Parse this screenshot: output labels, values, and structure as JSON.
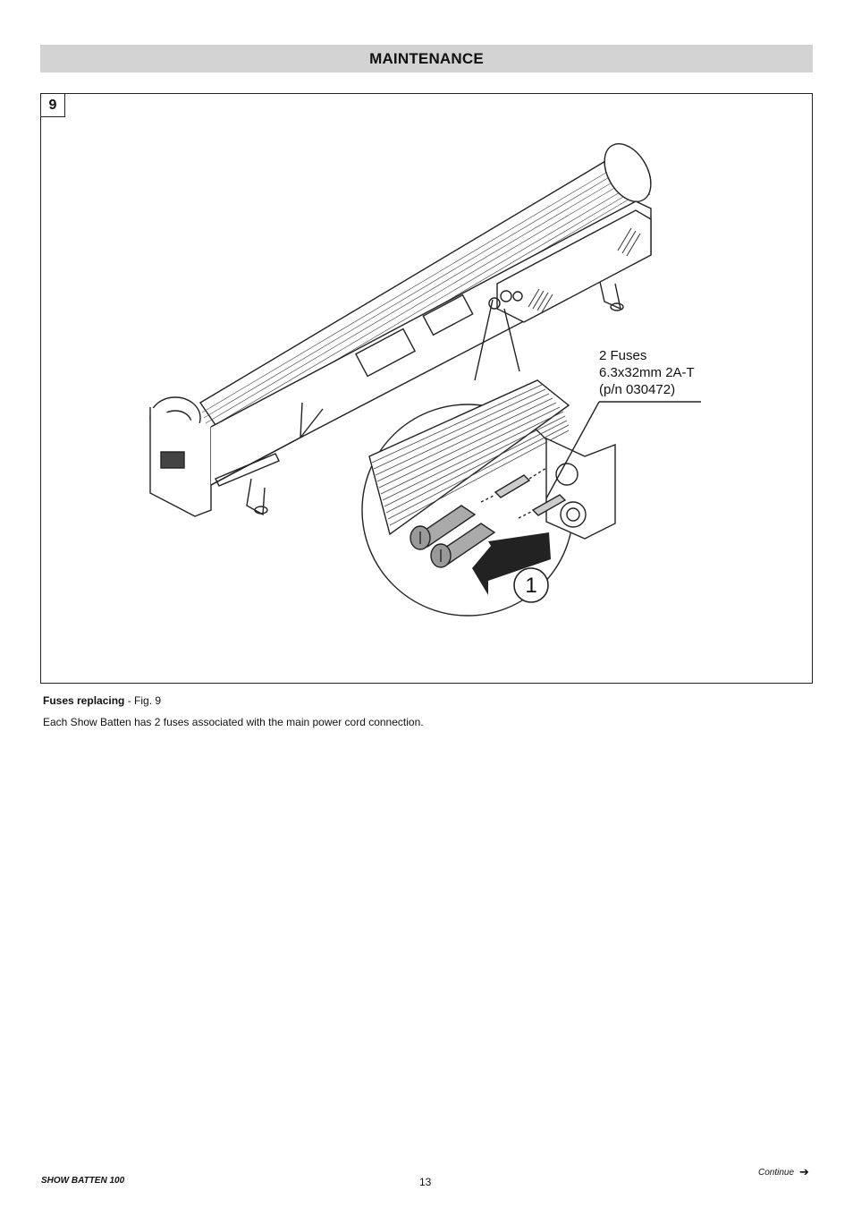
{
  "header": {
    "title": "MAINTENANCE"
  },
  "figure": {
    "number": "9",
    "callout_lines": [
      "2 Fuses",
      "6.3x32mm 2A-T",
      "(p/n 030472)"
    ],
    "step_number": "1",
    "icons": [
      "show-batten-illustration",
      "fuse-holder-detail",
      "pull-arrow-icon"
    ]
  },
  "caption": {
    "title": "Fuses replacing",
    "ref": " - Fig. 9"
  },
  "body": {
    "text": "Each Show Batten has 2 fuses associated with the main power cord connection."
  },
  "footer": {
    "product": "SHOW BATTEN 100",
    "page": "13",
    "continue": "Continue",
    "continue_icon": "➔"
  }
}
